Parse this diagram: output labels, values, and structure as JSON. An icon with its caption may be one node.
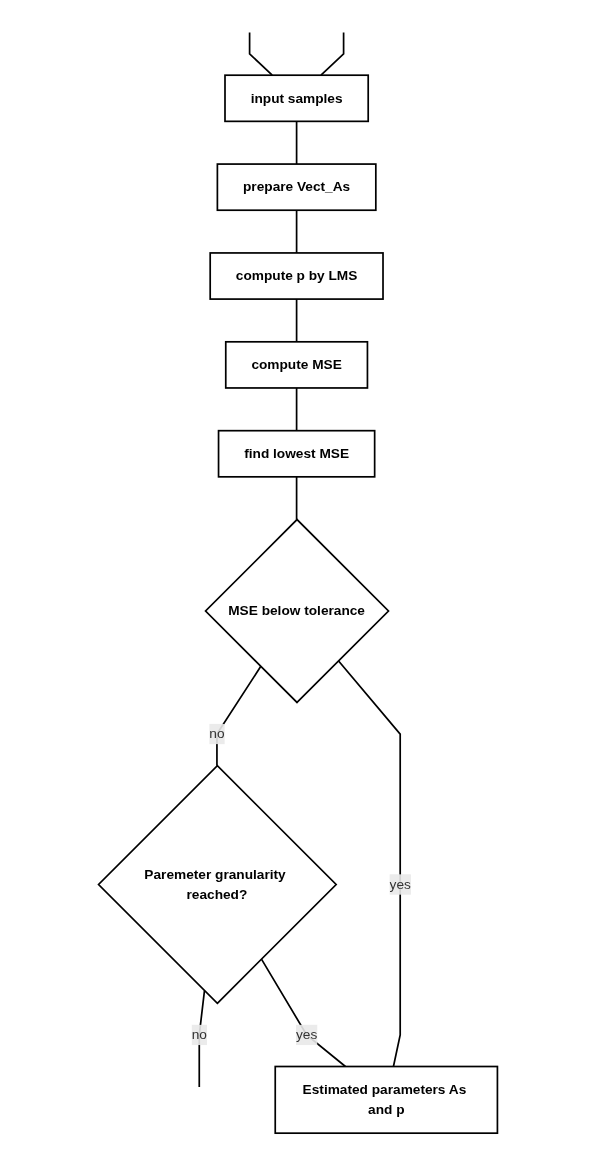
{
  "diagram": {
    "nodes": [
      {
        "text": [
          "input samples"
        ]
      },
      {
        "text": [
          "prepare Vect_As"
        ]
      },
      {
        "text": [
          "compute p by LMS"
        ]
      },
      {
        "text": [
          "compute MSE"
        ]
      },
      {
        "text": [
          "find lowest MSE"
        ]
      },
      {
        "text": [
          "MSE below tolerance"
        ]
      },
      {
        "text": [
          "Paremeter granularity reached?"
        ]
      },
      {
        "text": [
          "Estimated parameters As and p"
        ]
      }
    ],
    "edges": [
      {
        "from": null,
        "to": 0,
        "arrow": "none"
      },
      {
        "from": null,
        "to": 0,
        "arrow": "none"
      },
      {
        "from": 0,
        "to": 1,
        "arrow": "none"
      },
      {
        "from": 1,
        "to": 2,
        "arrow": "none"
      },
      {
        "from": 2,
        "to": 3,
        "arrow": "none"
      },
      {
        "from": 3,
        "to": 4,
        "arrow": "none"
      },
      {
        "from": 4,
        "to": 5,
        "arrow": "none"
      },
      {
        "from": 5,
        "to": 6,
        "label": "no",
        "arrow": "none"
      },
      {
        "from": 6,
        "to": null,
        "label": "no",
        "arrow": "none"
      },
      {
        "from": 5,
        "to": 7,
        "label": "yes",
        "arrow": "none"
      },
      {
        "from": 6,
        "to": 7,
        "label": "yes",
        "arrow": "none"
      }
    ]
  }
}
